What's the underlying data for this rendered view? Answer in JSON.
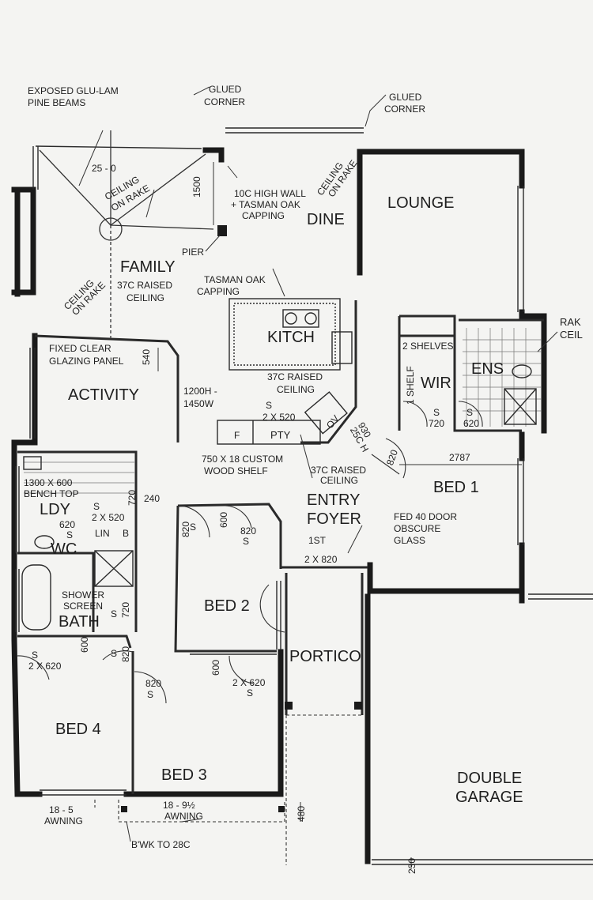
{
  "notes": {
    "beams_1": "EXPOSED GLU-LAM",
    "beams_2": "PINE BEAMS",
    "glued_corner_a_1": "GLUED",
    "glued_corner_a_2": "CORNER",
    "glued_corner_b_1": "GLUED",
    "glued_corner_b_2": "CORNER",
    "beam_span": "25 - 0",
    "ceiling_on_rake_a_1": "CEILING",
    "ceiling_on_rake_a_2": "ON RAKE",
    "ceiling_on_rake_b_1": "CEILING",
    "ceiling_on_rake_b_2": "ON RAKE",
    "ceiling_on_rake_c_1": "CEILING",
    "ceiling_on_rake_c_2": "ON RAKE",
    "wall_height_dim": "1500",
    "high_wall_1": "10c HIGH WALL",
    "high_wall_2": "+ TASMAN OAK",
    "high_wall_3": "CAPPING",
    "pier": "PIER",
    "tasman_capping_1": "TASMAN OAK",
    "tasman_capping_2": "CAPPING",
    "family_ceiling_1": "37c RAISED",
    "family_ceiling_2": "CEILING",
    "glazing_1": "FIXED CLEAR",
    "glazing_2": "GLAZING PANEL",
    "glazing_dim": "540",
    "window_height_1": "1200H -",
    "window_height_2": "1450W",
    "kitchen_ceiling_1": "37c RAISED",
    "kitchen_ceiling_2": "CEILING",
    "pantry_doors": "2 x 520",
    "oven": "OV",
    "fridge": "F",
    "shelf_1": "750 x 18 CUSTOM",
    "shelf_2": "WOOD SHELF",
    "foyer_ceiling_1": "37c RAISED",
    "foyer_ceiling_2": "CEILING",
    "wir_shelves": "2 SHELVES",
    "wir_shelf": "1 SHELF",
    "wir_door_dim": "720",
    "ens_door_dim": "620",
    "door_930": "930",
    "door_height": "25c H",
    "door_820_bed1": "820",
    "bed1_width": "2787",
    "rak_1": "RAK",
    "rak_2": "CEIL",
    "bench_1": "1300 x 600",
    "bench_2": "BENCH TOP",
    "dim_720_ldy": "720",
    "ldy_doors": "2 x 520",
    "dim_240": "240",
    "linen": "LIN",
    "broom": "B",
    "wc_door": "620",
    "shower_1": "SHOWER",
    "shower_2": "SCREEN",
    "bath_door": "720",
    "door_820_bed2a": "820",
    "door_600_bed2": "600",
    "door_820_bed2b": "820",
    "first_step": "1st",
    "front_doors": "2 x 820",
    "front_door_1": "FED 40 DOOR",
    "front_door_2": "OBSCURE",
    "front_door_3": "GLASS",
    "door_600_bed4": "600",
    "bed4_doors": "2 x 620",
    "door_820_hall": "820",
    "door_820_bed3": "820",
    "door_600_bed3": "600",
    "bed3_doors": "2 x 620",
    "awning_a_1": "18 - 9½",
    "awning_a_2": "AWNING",
    "awning_b_1": "18 - 5",
    "awning_b_2": "AWNING",
    "dim_480": "480",
    "brickwork": "B'WK TO 28c",
    "dim_230": "230",
    "sliding": "S"
  },
  "rooms": {
    "family": "FAMILY",
    "dine": "DINE",
    "lounge": "LOUNGE",
    "kitchen": "KITCH",
    "activity": "ACTIVITY",
    "pantry": "PTY",
    "wir": "WIR",
    "ens": "ENS",
    "bed1": "BED 1",
    "entry_1": "ENTRY",
    "entry_2": "FOYER",
    "laundry": "LDY",
    "wc": "WC",
    "bath": "BATH",
    "bed2": "BED 2",
    "portico": "PORTICO",
    "bed4": "BED 4",
    "bed3": "BED 3",
    "garage_1": "DOUBLE",
    "garage_2": "GARAGE"
  }
}
